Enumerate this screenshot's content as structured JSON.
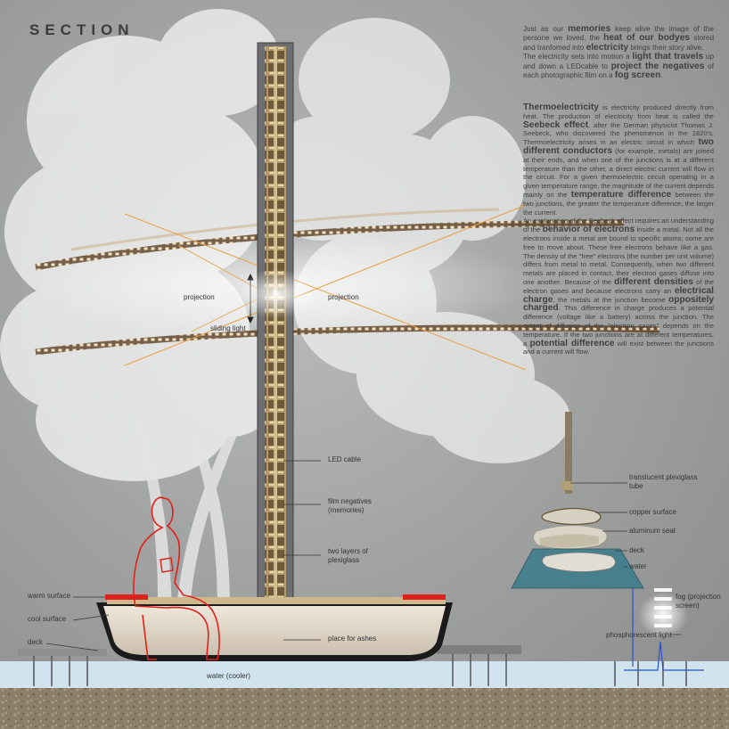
{
  "title": "SECTION",
  "intro": {
    "p1": "Just as our ",
    "b1": "memories",
    "p2": " keep alive the image of the persone we loved, the ",
    "b2": "heat of our bodyes",
    "p3": " stored and tranfomed into ",
    "b3": "electricity",
    "p4": " brings their story alive.",
    "p5": "The electricity sets into motion a ",
    "b4": "light that travels",
    "p6": " up and down a LEDcable to ",
    "b5": "project the negatives",
    "p7": " of each photographic film on a ",
    "b6": "fog screen",
    "p8": "."
  },
  "body": {
    "t1": "Thermoelectricity",
    "t2": " is electricity produced directly from heat. The production of electricity from heat is called the ",
    "t3": "Seebeck effect",
    "t4": ", after the German physicist Thomas J. Seebeck, who discovered the phenomenon in the 1820's. Thermoelectricity arises in an electric circuit in which ",
    "t5": "two different conductors",
    "t6": " (for example, metals) are joined at their ends, and when one of the junctions is at a different temperature than the other, a direct electric current will flow in the circuit. For a given thermoelectric circuit operating in a given temperature range, the magnitude of the current depends mainly on the ",
    "t7": "temperature difference",
    "t8": " between the two junctions, the greater the temperature difference, the larger the current.",
    "t9": "An explanation of the Seebeck effect requires an understanding of the ",
    "t10": "behavior of electrons",
    "t11": " inside a metal. Not all the electrons inside a metal are bound to specific atoms; some are free to move about. These free electrons behave like a gas. The density of the \"free\" electrons (the number per unit volume) differs from metal to metal. Consequently, when two different metals are placed in contact, their electron gases diffuse into one another. Because of the ",
    "t12": "different densities",
    "t13": " of the electron gases and because electrons carry an ",
    "t14": "electrical charge",
    "t15": ", the metals at the junction become ",
    "t16": "oppositely charged",
    "t17": ". This difference in charge produces a potential difference (voltage like a battery) across the junction. The extent of diffusion of the \"electron gases\" depends on the temperature. If the two junctions are at different temperatures, a ",
    "t18": "potential difference",
    "t19": " will exist between the junctions and a current will flow."
  },
  "labels": {
    "projection_left": "projection",
    "projection_right": "projection",
    "sliding_light": "sliding light",
    "led_cable": "LED cable",
    "film_negatives": "film negatives (memories)",
    "two_layers": "two layers of plexiglass",
    "place_for_ashes": "place for ashes",
    "warm_surface": "warm surface",
    "cool_surface": "cool surface",
    "deck": "deck",
    "water_cooler": "water (cooler)",
    "translucent_tube": "translucent plexiglass tube",
    "copper_surface": "copper surface",
    "aluminum_seat": "aluminum seat",
    "deck_right": "deck",
    "water_right": "water",
    "fog_screen": "fog (projection screen)",
    "phosphorescent_light": "phosphorescent light"
  },
  "colors": {
    "warm_red": "#e0201a",
    "beam_orange": "#e8a040",
    "water_blue": "#cfe4ee",
    "signal_blue": "#2b4fd0"
  }
}
